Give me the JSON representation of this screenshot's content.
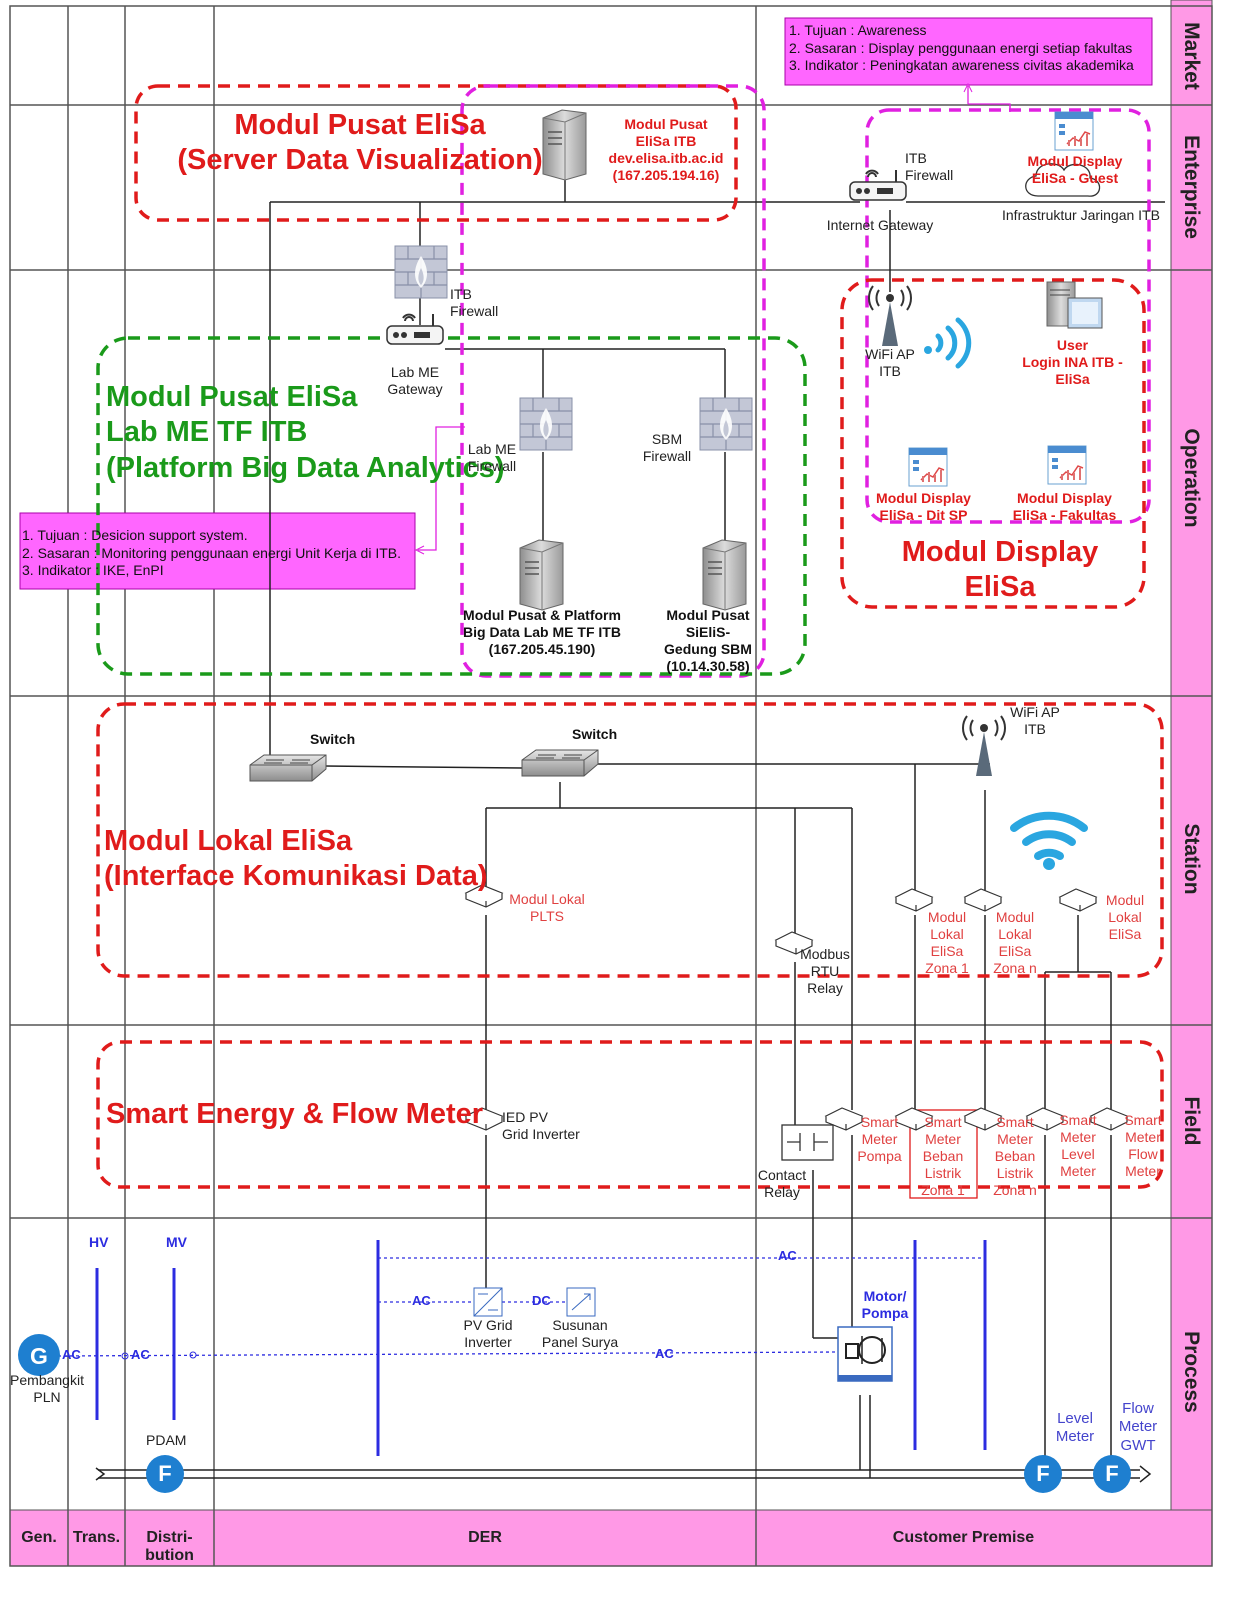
{
  "lanes": {
    "market": "Market",
    "enterprise": "Enterprise",
    "operation": "Operation",
    "station": "Station",
    "field": "Field",
    "process": "Process"
  },
  "columns": {
    "gen": "Gen.",
    "trans": "Trans.",
    "dist": "Distri-bution",
    "der": "DER",
    "customer": "Customer Premise"
  },
  "modules": {
    "pusat_server": "Modul Pusat EliSa\n(Server Data Visualization)",
    "pusat_lab": "Modul Pusat EliSa\nLab ME TF ITB\n(Platform Big Data Analytics)",
    "display": "Modul Display\nEliSa",
    "lokal": "Modul Lokal EliSa\n(Interface Komunikasi Data)",
    "smart": "Smart Energy & Flow Meter"
  },
  "notes": {
    "market": "1. Tujuan : Awareness\n2. Sasaran : Display penggunaan energi setiap fakultas\n3. Indikator : Peningkatan awareness civitas akademika",
    "operation": "1. Tujuan : Desicion support system.\n2. Sasaran : Monitoring penggunaan energi Unit Kerja di ITB.\n3. Indikator : IKE, EnPI"
  },
  "devices": {
    "server_itb": "Modul Pusat\nEliSa ITB\ndev.elisa.itb.ac.id\n(167.205.194.16)",
    "itb_firewall_top": "ITB\nFirewall",
    "internet_gateway": "Internet Gateway",
    "display_guest": "Modul Display\nEliSa - Guest",
    "infra": "Infrastruktur Jaringan ITB",
    "itb_firewall_mid": "ITB\nFirewall",
    "lab_gateway": "Lab ME\nGateway",
    "lab_firewall": "Lab ME\nFirewall",
    "sbm_firewall": "SBM\nFirewall",
    "server_lab": "Modul Pusat & Platform\nBig Data Lab ME TF ITB\n(167.205.45.190)",
    "server_sbm": "Modul Pusat\nSiEliS-\nGedung SBM\n(10.14.30.58)",
    "wifi_op": "WiFi AP\nITB",
    "user_login": "User\nLogin INA ITB -\nEliSa",
    "display_ditsp": "Modul Display\nEliSa - Dit SP",
    "display_fak": "Modul Display\nEliSa - Fakultas",
    "switch1": "Switch",
    "switch2": "Switch",
    "wifi_station": "WiFi AP\nITB",
    "lokal_plts": "Modul Lokal\nPLTS",
    "modbus": "Modbus\nRTU\nRelay",
    "lokal_z1": "Modul\nLokal\nEliSa\nZona 1",
    "lokal_zn": "Modul\nLokal\nEliSa\nZona n",
    "lokal_elisa": "Modul\nLokal\nEliSa",
    "ied_pv": "IED PV\nGrid Inverter",
    "contact_relay": "Contact\nRelay",
    "sm_pompa": "Smart\nMeter\nPompa",
    "sm_z1": "Smart\nMeter\nBeban\nListrik\nZona 1",
    "sm_zn": "Smart\nMeter\nBeban\nListrik\nZona n",
    "sm_level": "Smart\nMeter\nLevel\nMeter",
    "sm_flow": "Smart\nMeter\nFlow\nMeter"
  },
  "process": {
    "hv": "HV",
    "mv": "MV",
    "ac": "AC",
    "dc": "DC",
    "g": "G",
    "f": "F",
    "pembangkit": "Pembangkit\nPLN",
    "pdam": "PDAM",
    "pv_inverter": "PV Grid\nInverter",
    "panel": "Susunan\nPanel Surya",
    "motor": "Motor/\nPompa",
    "level": "Level\nMeter",
    "flow_gwt": "Flow\nMeter\nGWT"
  },
  "colors": {
    "pink": "#ff99e6",
    "red_dash": "#e01b1b",
    "magenta_dash": "#e020e0",
    "green_dash": "#1a9a1a",
    "blue": "#2c2ce0",
    "note": "#ff66ff"
  }
}
